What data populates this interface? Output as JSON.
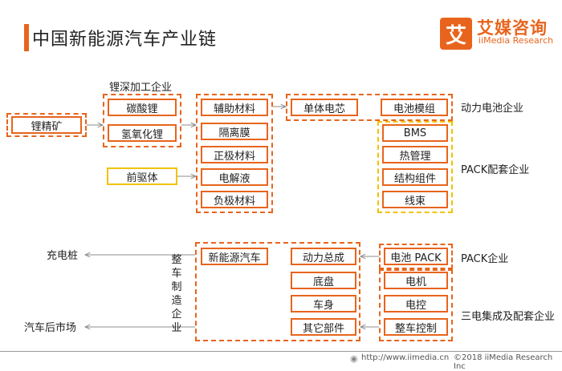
{
  "header": {
    "title": "中国新能源汽车产业链",
    "logo_mark": "艾",
    "logo_cn": "艾媒咨询",
    "logo_en": "iiMedia Research"
  },
  "upstream": {
    "lithium_ore": "锂精矿",
    "deep_processing_label": "锂深加工企业",
    "lithium_carbonate": "碳酸锂",
    "lithium_hydroxide": "氢氧化锂",
    "precursor": "前驱体",
    "materials": [
      "辅助材料",
      "隔离膜",
      "正极材料",
      "电解液",
      "负极材料"
    ]
  },
  "battery": {
    "cell": "单体电芯",
    "module": "电池模组",
    "power_battery_label": "动力电池企业",
    "pack_parts": [
      "BMS",
      "热管理",
      "结构组件",
      "线束"
    ],
    "pack_supporting_label": "PACK配套企业"
  },
  "vehicle": {
    "charging_pile": "充电桩",
    "aftermarket": "汽车后市场",
    "oem_label": "整车制造企业",
    "nev": "新能源汽车",
    "assemblies": [
      "动力总成",
      "底盘",
      "车身",
      "其它部件"
    ],
    "battery_pack": "电池 PACK",
    "pack_company_label": "PACK企业",
    "three_electric": [
      "电机",
      "电控",
      "整车控制"
    ],
    "three_electric_label": "三电集成及配套企业"
  },
  "footer": {
    "url": "http://www.iimedia.cn",
    "copyright": "©2018  iiMedia Research  Inc"
  },
  "colors": {
    "accent": "#e8641d",
    "precursor_border": "#f2c200",
    "line": "#8c8c8c"
  }
}
